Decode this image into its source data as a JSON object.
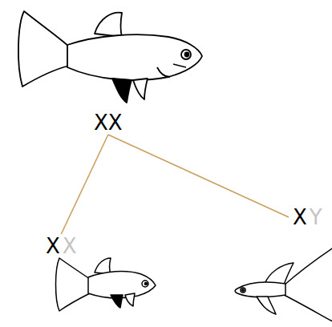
{
  "diagram": {
    "nodes": [
      {
        "text": [
          "XX"
        ]
      },
      {
        "text": [
          "X",
          "X"
        ]
      },
      {
        "text": [
          "X",
          "Y"
        ]
      }
    ],
    "edges": [
      {
        "from": 0,
        "to": 1,
        "arrow": "none"
      },
      {
        "from": 0,
        "to": 2,
        "arrow": "none"
      }
    ]
  }
}
